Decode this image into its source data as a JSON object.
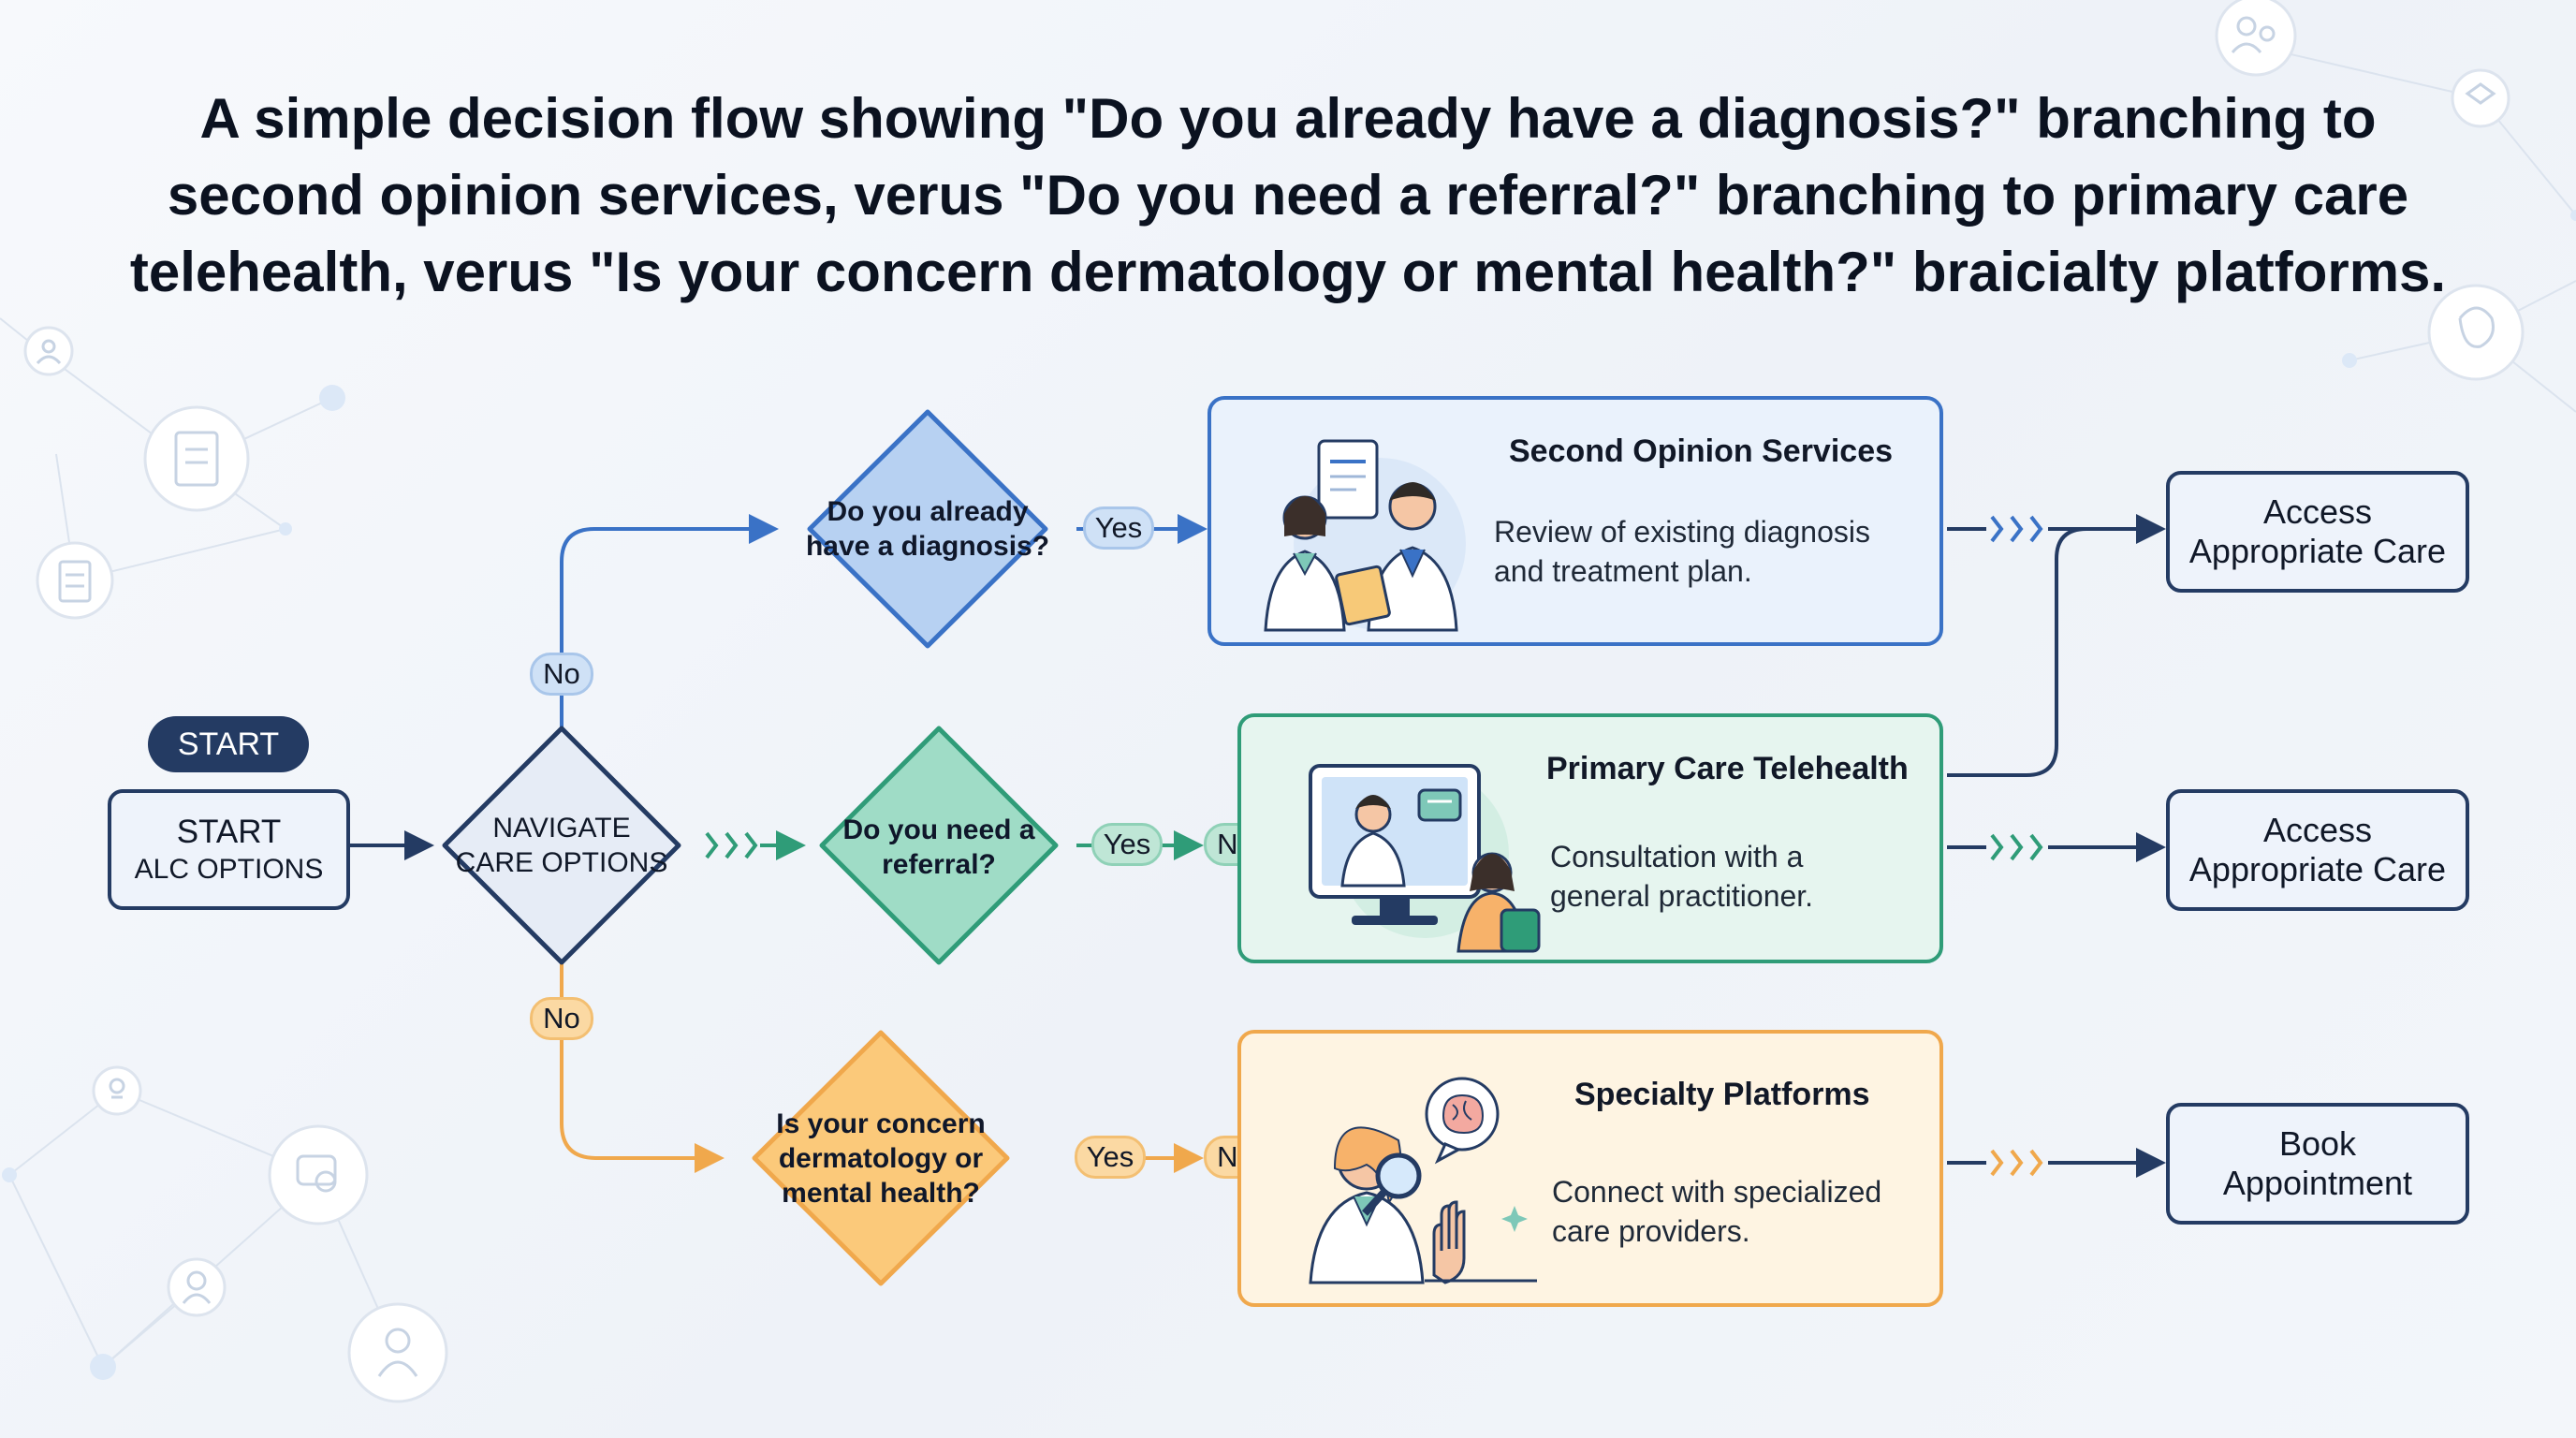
{
  "title": {
    "line1": "A simple decision flow showing \"Do you already have a diagnosis?\" branching to",
    "line2": "second opinion services, verus \"Do you need a referral?\" branching to primary care",
    "line3": "telehealth, verus \"Is your concern dermatology or mental health?\" braicialty platforms."
  },
  "start": {
    "pill_label": "START",
    "box_line1": "START",
    "box_line2": "ALC OPTIONS"
  },
  "decisions": {
    "navigate": {
      "line1": "NAVIGATE",
      "line2": "CARE OPTIONS"
    },
    "diagnosis": {
      "line1": "Do you already",
      "line2": "have a diagnosis?"
    },
    "referral": {
      "line1": "Do you need a",
      "line2": "referral?"
    },
    "concern": {
      "line1": "Is your concern",
      "line2": "dermatology or",
      "line3": "mental health?"
    }
  },
  "labels": {
    "no_up": "No",
    "no_down": "No",
    "yes_diagnosis": "Yes",
    "yes_referral": "Yes",
    "no_referral": "No",
    "yes_concern": "Yes",
    "no_concern": "No"
  },
  "services": {
    "second_opinion": {
      "title": "Second Opinion Services",
      "desc1": "Review of existing diagnosis",
      "desc2": "and treatment plan."
    },
    "primary_care": {
      "title": "Primary Care Telehealth",
      "desc1": "Consultation with a",
      "desc2": "general practitioner."
    },
    "specialty": {
      "title": "Specialty Platforms",
      "desc1": "Connect with specialized",
      "desc2": "care providers."
    }
  },
  "outcomes": {
    "top": {
      "line1": "Access",
      "line2": "Appropriate Care"
    },
    "middle": {
      "line1": "Access",
      "line2": "Appropriate Care"
    },
    "bottom": {
      "line1": "Book",
      "line2": "Appointment"
    }
  },
  "colors": {
    "navy": "#243b63",
    "blue_stroke": "#3a72c6",
    "blue_fill": "#b7d1f2",
    "green_stroke": "#2f9c78",
    "green_fill": "#9fdcc6",
    "orange_stroke": "#f0a84c",
    "orange_fill": "#fbc97a",
    "card_blue_bg": "#eaf2fc",
    "card_green_bg": "#e6f5ef",
    "card_orange_bg": "#fef4e2"
  }
}
